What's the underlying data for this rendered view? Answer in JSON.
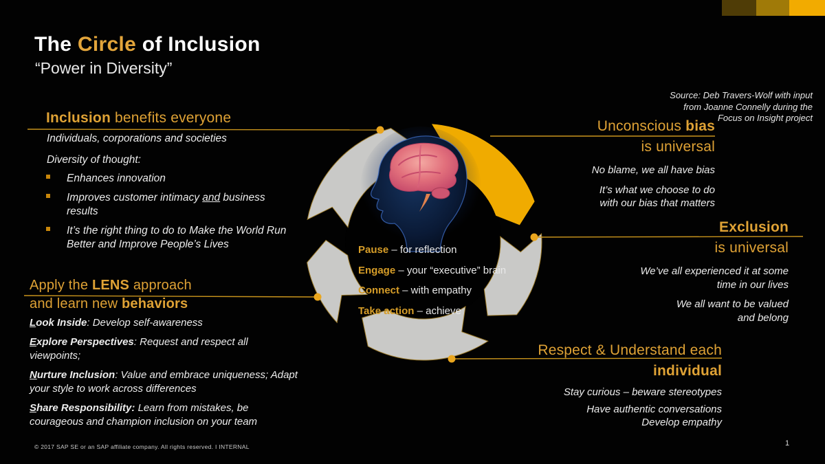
{
  "slide": {
    "title_pre": "The ",
    "title_highlight": "Circle",
    "title_post": " of Inclusion",
    "subtitle": "“Power in Diversity”",
    "source_line1": "Source: Deb Travers-Wolf with  input",
    "source_line2": "from Joanne Connelly  during  the",
    "source_line3": "Focus on Insight project",
    "footer": "© 2017  SAP SE or an  SAP affiliate  company.   All rights reserved.   I   INTERNAL",
    "page_number": "1"
  },
  "sections": {
    "inclusion": {
      "heading_bold": "Inclusion",
      "heading_rest": " benefits  everyone",
      "p1": "Individuals, corporations and  societies",
      "p2": "Diversity of thought:",
      "bullet1": "Enhances innovation",
      "bullet2_pre": "Improves customer intimacy ",
      "bullet2_underlined": "and",
      "bullet2_post": " business results",
      "bullet3": "It’s the right thing to do to Make the World Run Better and Improve People’s Lives"
    },
    "lens": {
      "h1_pre": "Apply  the ",
      "h1_bold": "LENS",
      "h1_post": " approach",
      "h2_pre": "and learn new ",
      "h2_bold": "behaviors",
      "items": [
        {
          "lead_u": "L",
          "lead_rest": "ook Inside",
          "sep": ":  ",
          "text": "Develop self-awareness"
        },
        {
          "lead_u": "E",
          "lead_rest": "xplore Perspectives",
          "sep": ":  ",
          "text": "Request and respect all viewpoints;"
        },
        {
          "lead_u": "N",
          "lead_rest": "urture Inclusion",
          "sep": ":  ",
          "text": "Value and embrace uniqueness; Adapt your style to work across differences"
        },
        {
          "lead_u": "S",
          "lead_rest": "hare Responsibility:",
          "sep": "  ",
          "text": "Learn from mistakes, be courageous and champion inclusion on your team"
        }
      ]
    },
    "unconscious": {
      "h1_pre": "Unconscious ",
      "h1_bold": "bias",
      "h2": "is universal",
      "b1": "No blame, we all have  bias",
      "b2_l1": "It’s what we choose to do",
      "b2_l2": "with our bias that matters"
    },
    "exclusion": {
      "h1_bold": "Exclusion",
      "h2": "is universal",
      "b1_l1": "We’ve all experienced it at some",
      "b1_l2": "time in our lives",
      "b2_l1": "We all want to be valued",
      "b2_l2": "and belong"
    },
    "respect": {
      "h1": "Respect & Understand  each",
      "h2": "individual",
      "b1": "Stay curious – beware stereotypes",
      "b2": "Have authentic conversations",
      "b3": "Develop empathy"
    }
  },
  "center": {
    "items": [
      {
        "lead": "Pause",
        "rest": " – for  reflection"
      },
      {
        "lead": "Engage",
        "rest": " – your “executive”  brain"
      },
      {
        "lead": "Connect",
        "rest": " – with empathy"
      },
      {
        "lead": "Take action",
        "rest": " – achieve"
      }
    ]
  },
  "colors": {
    "accent": "#dfa235",
    "gold_segment": "#f0ab00",
    "gray_segment": "#c9c9c7",
    "segment_outline": "#9c7a28",
    "connector": "#c9941c",
    "dot": "#eaa61e",
    "bar_dark": "#4f3c06",
    "bar_mid": "#a07a08",
    "bar_bright": "#f2ab00"
  }
}
